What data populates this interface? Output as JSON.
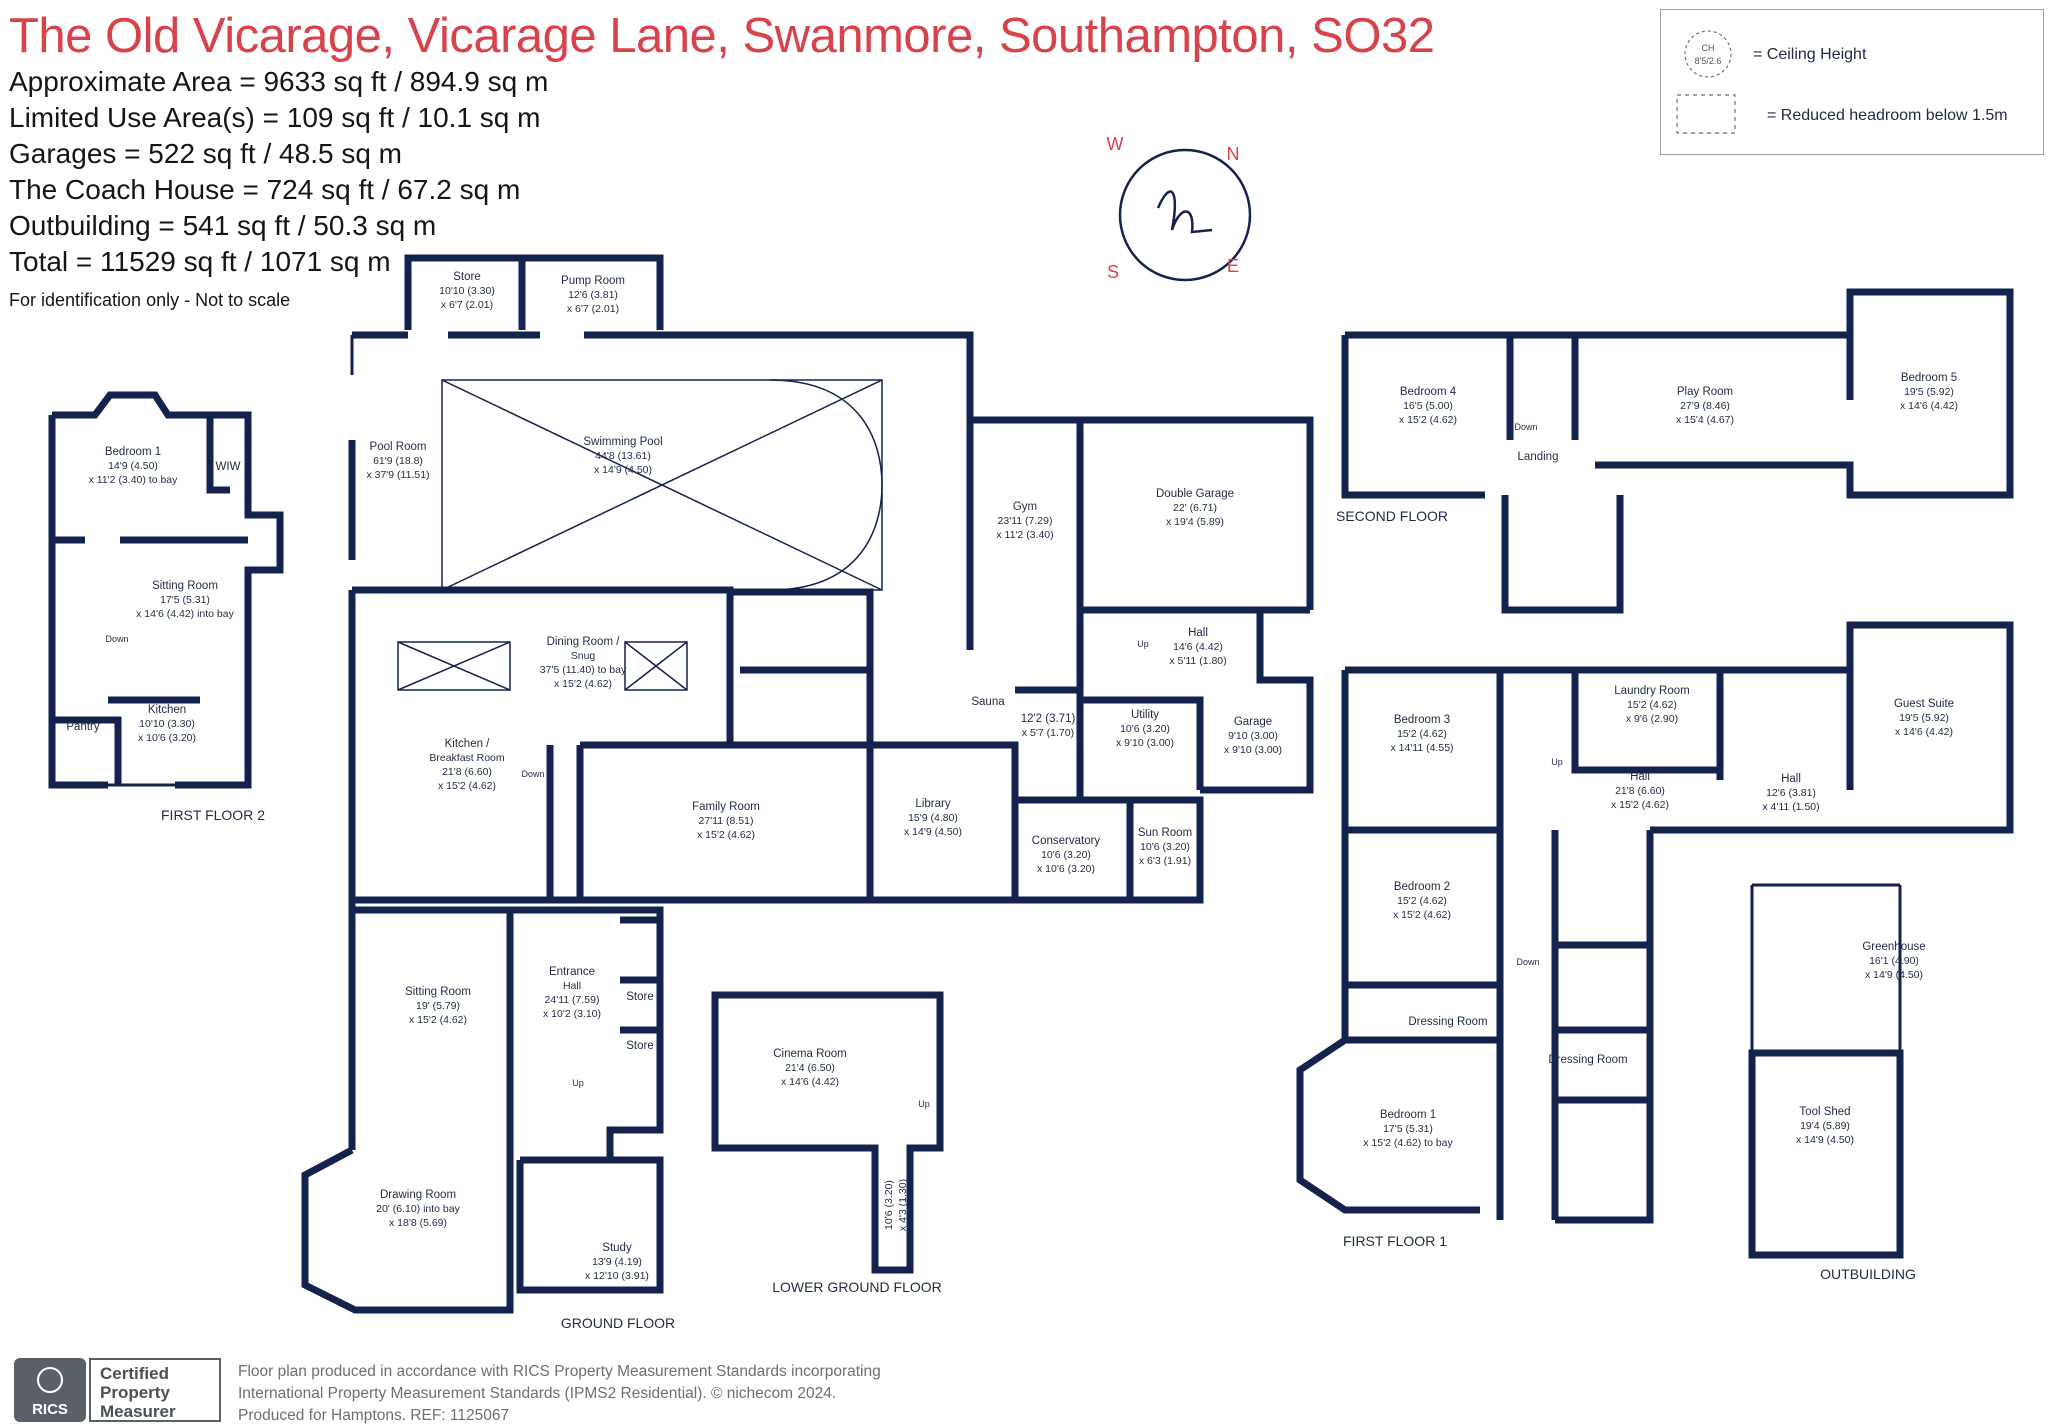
{
  "header": {
    "title": "The Old Vicarage, Vicarage Lane, Swanmore, Southampton, SO32",
    "areas": [
      "Approximate Area = 9633  sq ft / 894.9  sq m",
      "Limited Use Area(s) = 109  sq ft / 10.1  sq m",
      "Garages = 522 sq ft / 48.5  sq m",
      "The Coach House = 724 sq ft / 67.2  sq m",
      "Outbuilding = 541 sq ft / 50.3  sq m",
      "Total = 11529 sq ft / 1071 sq m"
    ],
    "note": "For identification only - Not to scale"
  },
  "legend": {
    "ch_symbol": "CH",
    "ch_value": "8'5/2.6",
    "ceiling_label": "= Ceiling Height",
    "reduced_label": "= Reduced headroom below 1.5m"
  },
  "compass": {
    "w": "W",
    "n": "N",
    "s": "S",
    "e": "E",
    "logo": "h"
  },
  "floors": {
    "first2": "FIRST FLOOR 2",
    "ground": "GROUND FLOOR",
    "lower": "LOWER GROUND FLOOR",
    "second": "SECOND FLOOR",
    "first1": "FIRST FLOOR 1",
    "outbuilding": "OUTBUILDING"
  },
  "rooms": {
    "store_top": [
      "Store",
      "10'10 (3.30)",
      "x 6'7 (2.01)"
    ],
    "pump_room": [
      "Pump Room",
      "12'6 (3.81)",
      "x 6'7 (2.01)"
    ],
    "pool_room": [
      "Pool Room",
      "61'9 (18.8)",
      "x 37'9 (11.51)"
    ],
    "swimming_pool": [
      "Swimming Pool",
      "44'8 (13.61)",
      "x 14'9 (4.50)"
    ],
    "gym": [
      "Gym",
      "23'11 (7.29)",
      "x 11'2 (3.40)"
    ],
    "double_garage": [
      "Double Garage",
      "22' (6.71)",
      "x 19'4 (5.89)"
    ],
    "hall_gf": [
      "Hall",
      "14'6 (4.42)",
      "x 5'11 (1.80)"
    ],
    "dining": [
      "Dining Room /",
      "Snug",
      "37'5 (11.40) to bay",
      "x 15'2 (4.62)"
    ],
    "sauna": [
      "Sauna"
    ],
    "sauna_dims": [
      "12'2 (3.71)",
      "x 5'7 (1.70)"
    ],
    "utility": [
      "Utility",
      "10'6 (3.20)",
      "x 9'10 (3.00)"
    ],
    "garage": [
      "Garage",
      "9'10 (3.00)",
      "x 9'10 (3.00)"
    ],
    "kitchen_gf": [
      "Kitchen /",
      "Breakfast Room",
      "21'8 (6.60)",
      "x 15'2 (4.62)"
    ],
    "family": [
      "Family Room",
      "27'11 (8.51)",
      "x 15'2 (4.62)"
    ],
    "library": [
      "Library",
      "15'9 (4.80)",
      "x 14'9 (4.50)"
    ],
    "conservatory": [
      "Conservatory",
      "10'6 (3.20)",
      "x 10'6 (3.20)"
    ],
    "sun_room": [
      "Sun Room",
      "10'6 (3.20)",
      "x 6'3 (1.91)"
    ],
    "sitting_gf": [
      "Sitting Room",
      "19' (5.79)",
      "x 15'2 (4.62)"
    ],
    "entrance": [
      "Entrance",
      "Hall",
      "24'11 (7.59)",
      "x 10'2 (3.10)"
    ],
    "store_a": [
      "Store"
    ],
    "store_b": [
      "Store"
    ],
    "drawing": [
      "Drawing Room",
      "20' (6.10) into bay",
      "x 18'8 (5.69)"
    ],
    "study": [
      "Study",
      "13'9 (4.19)",
      "x 12'10 (3.91)"
    ],
    "cinema": [
      "Cinema Room",
      "21'4 (6.50)",
      "x 14'6 (4.42)"
    ],
    "cinema_passage": [
      "10'6 (3.20)",
      "x 4'3 (1.30)"
    ],
    "bedroom1_f2": [
      "Bedroom 1",
      "14'9 (4.50)",
      "x 11'2 (3.40) to bay"
    ],
    "wiw": [
      "WIW"
    ],
    "sitting_f2": [
      "Sitting Room",
      "17'5 (5.31)",
      "x 14'6 (4.42) into bay"
    ],
    "kitchen_f2": [
      "Kitchen",
      "10'10 (3.30)",
      "x 10'6 (3.20)"
    ],
    "pantry": [
      "Pantry"
    ],
    "bedroom4": [
      "Bedroom 4",
      "16'5 (5.00)",
      "x 15'2 (4.62)"
    ],
    "play_room": [
      "Play Room",
      "27'9 (8.46)",
      "x 15'4 (4.67)"
    ],
    "bedroom5": [
      "Bedroom 5",
      "19'5 (5.92)",
      "x 14'6 (4.42)"
    ],
    "landing": [
      "Landing"
    ],
    "bedroom3": [
      "Bedroom 3",
      "15'2 (4.62)",
      "x 14'11 (4.55)"
    ],
    "laundry": [
      "Laundry Room",
      "15'2 (4.62)",
      "x 9'6 (2.90)"
    ],
    "guest_suite": [
      "Guest Suite",
      "19'5 (5.92)",
      "x 14'6 (4.42)"
    ],
    "hall_f1a": [
      "Hall",
      "21'8 (6.60)",
      "x 15'2 (4.62)"
    ],
    "hall_f1b": [
      "Hall",
      "12'6 (3.81)",
      "x 4'11 (1.50)"
    ],
    "bedroom2": [
      "Bedroom 2",
      "15'2 (4.62)",
      "x 15'2 (4.62)"
    ],
    "dressing_a": [
      "Dressing Room"
    ],
    "dressing_b": [
      "Dressing Room"
    ],
    "bedroom1_f1": [
      "Bedroom 1",
      "17'5 (5.31)",
      "x 15'2 (4.62) to bay"
    ],
    "greenhouse": [
      "Greenhouse",
      "16'1 (4.90)",
      "x 14'9 (4.50)"
    ],
    "tool_shed": [
      "Tool Shed",
      "19'4 (5.89)",
      "x 14'9 (4.50)"
    ]
  },
  "stairs": {
    "up": "Up",
    "down": "Down"
  },
  "footer": {
    "badge_brand": "RICS",
    "badge_lines": [
      "Certified",
      "Property",
      "Measurer"
    ],
    "line1": "Floor plan produced in accordance with RICS Property Measurement Standards incorporating",
    "line2": "International Property Measurement Standards (IPMS2 Residential).  © nichecom 2024.",
    "line3": "Produced for Hamptons.   REF:  1125067"
  },
  "colors": {
    "title": "#d8424a",
    "walls": "#13234d",
    "compass": "#d8424a",
    "footer_text": "#6b6f76"
  }
}
